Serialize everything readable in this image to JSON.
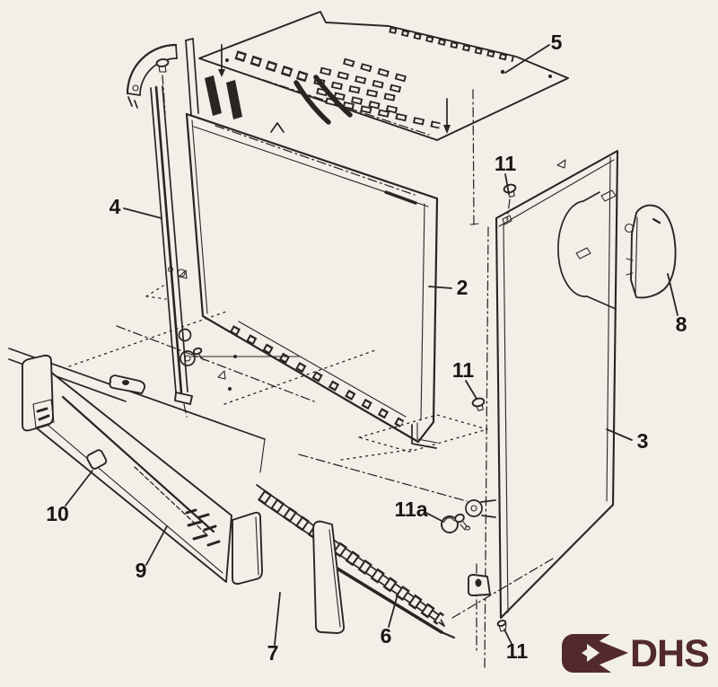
{
  "diagram": {
    "description": "Exploded assembly parts diagram of an equipment chassis housing",
    "callouts": {
      "part5": "5",
      "part11_top": "11",
      "part4": "4",
      "part2": "2",
      "part8": "8",
      "part11_mid": "11",
      "part3": "3",
      "part11a": "11a",
      "part10": "10",
      "part9": "9",
      "part7": "7",
      "part6": "6",
      "part11_bottom": "11"
    }
  },
  "logo": {
    "text": "DHS",
    "color": "#522a2d",
    "icon": "arrow-right-logo"
  }
}
